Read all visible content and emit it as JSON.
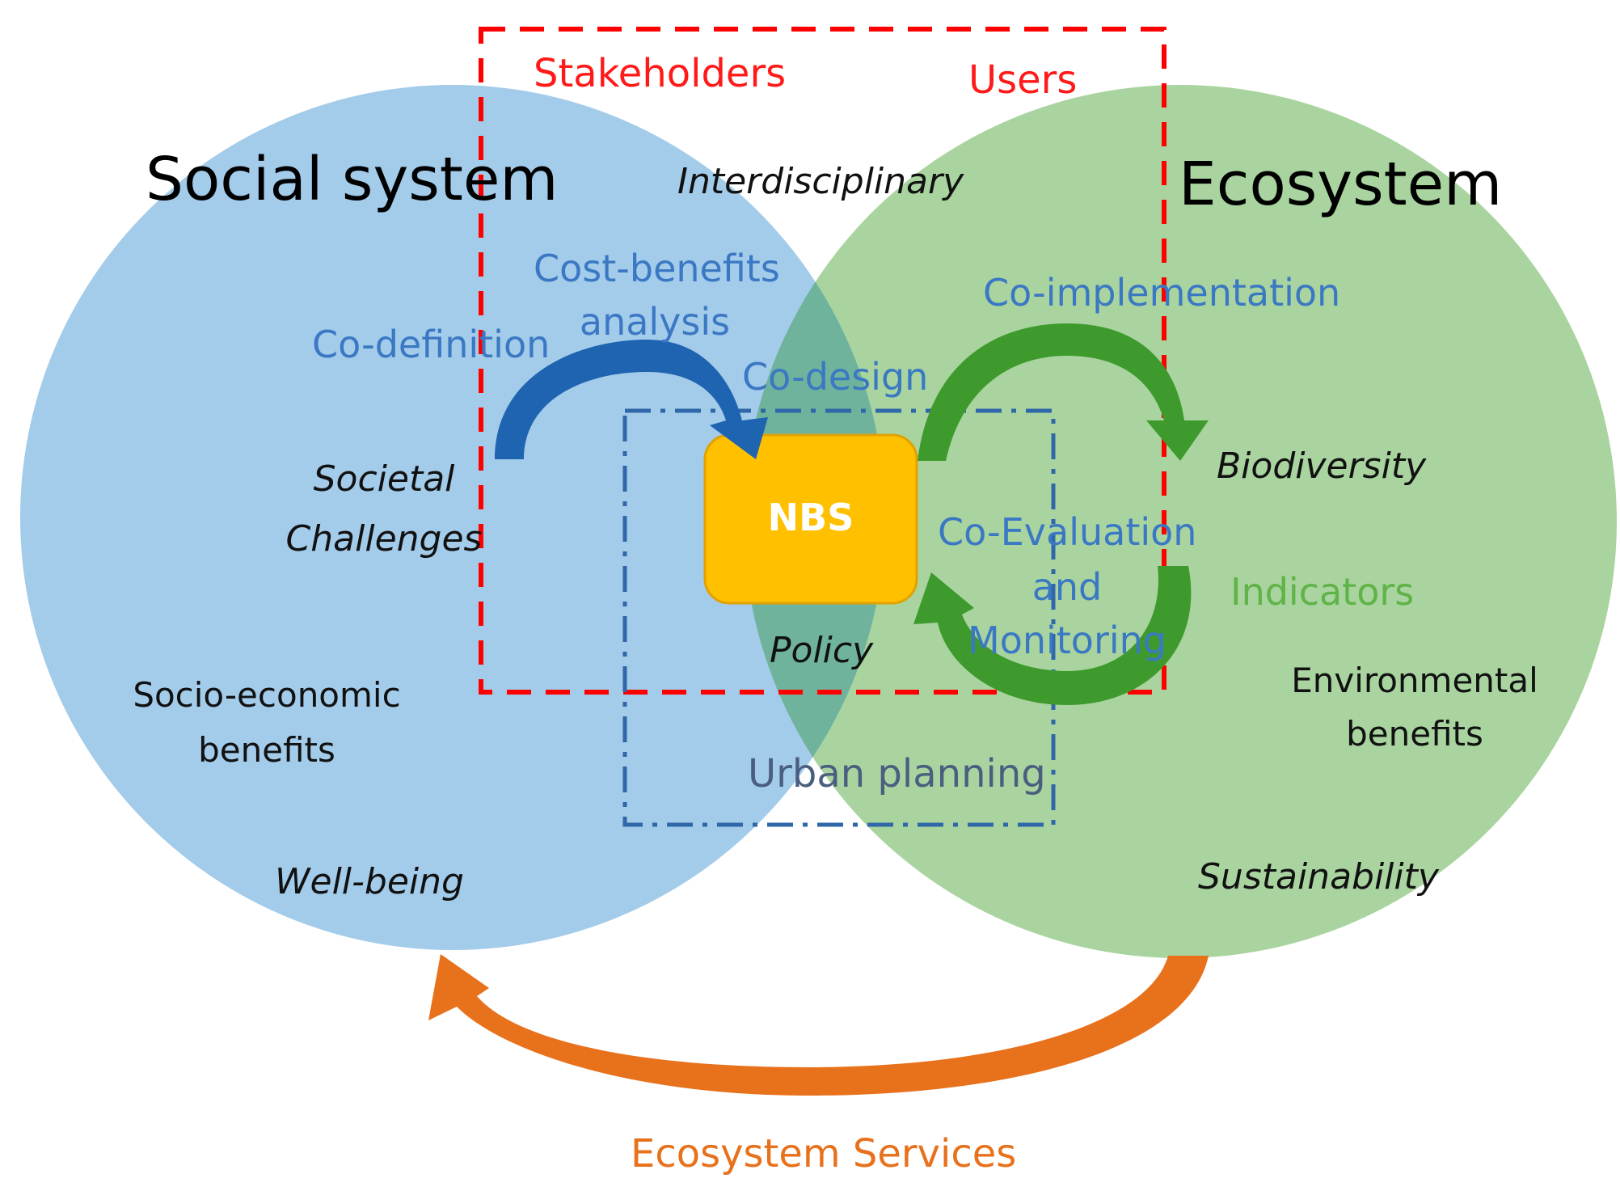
{
  "systems": {
    "social": "Social system",
    "eco": "Ecosystem"
  },
  "frames": {
    "stakeholders": "Stakeholders",
    "users": "Users"
  },
  "center": {
    "nbs": "NBS",
    "policy": "Policy",
    "urban_planning": "Urban planning"
  },
  "processes": {
    "co_definition": "Co-definition",
    "cost_benefits_line1": "Cost-benefits",
    "cost_benefits_line2": "analysis",
    "co_design": "Co-design",
    "co_implementation": "Co-implementation",
    "co_eval_line1": "Co-Evaluation",
    "co_eval_line2": "and",
    "co_eval_line3": "Monitoring"
  },
  "social_labels": {
    "interdisciplinary": "Interdisciplinary",
    "societal_line1": "Societal",
    "societal_line2": "Challenges",
    "socio_line1": "Socio-economic",
    "socio_line2": "benefits",
    "wellbeing": "Well-being"
  },
  "eco_labels": {
    "biodiversity": "Biodiversity",
    "indicators": "Indicators",
    "env_line1": "Environmental",
    "env_line2": "benefits",
    "sustainability": "Sustainability"
  },
  "bottom": {
    "ecosystem_services": "Ecosystem Services"
  },
  "colors": {
    "social_circle": "#a3cbea",
    "eco_circle": "#a9d49f",
    "overlap": "#6fb39c",
    "nbs_box": "#ffc000",
    "dash_red": "#ff0000",
    "dash_blue": "#2f67a8",
    "arrow_blue": "#1f64b0",
    "arrow_green": "#3f9a2e",
    "arrow_orange": "#e8711c"
  }
}
